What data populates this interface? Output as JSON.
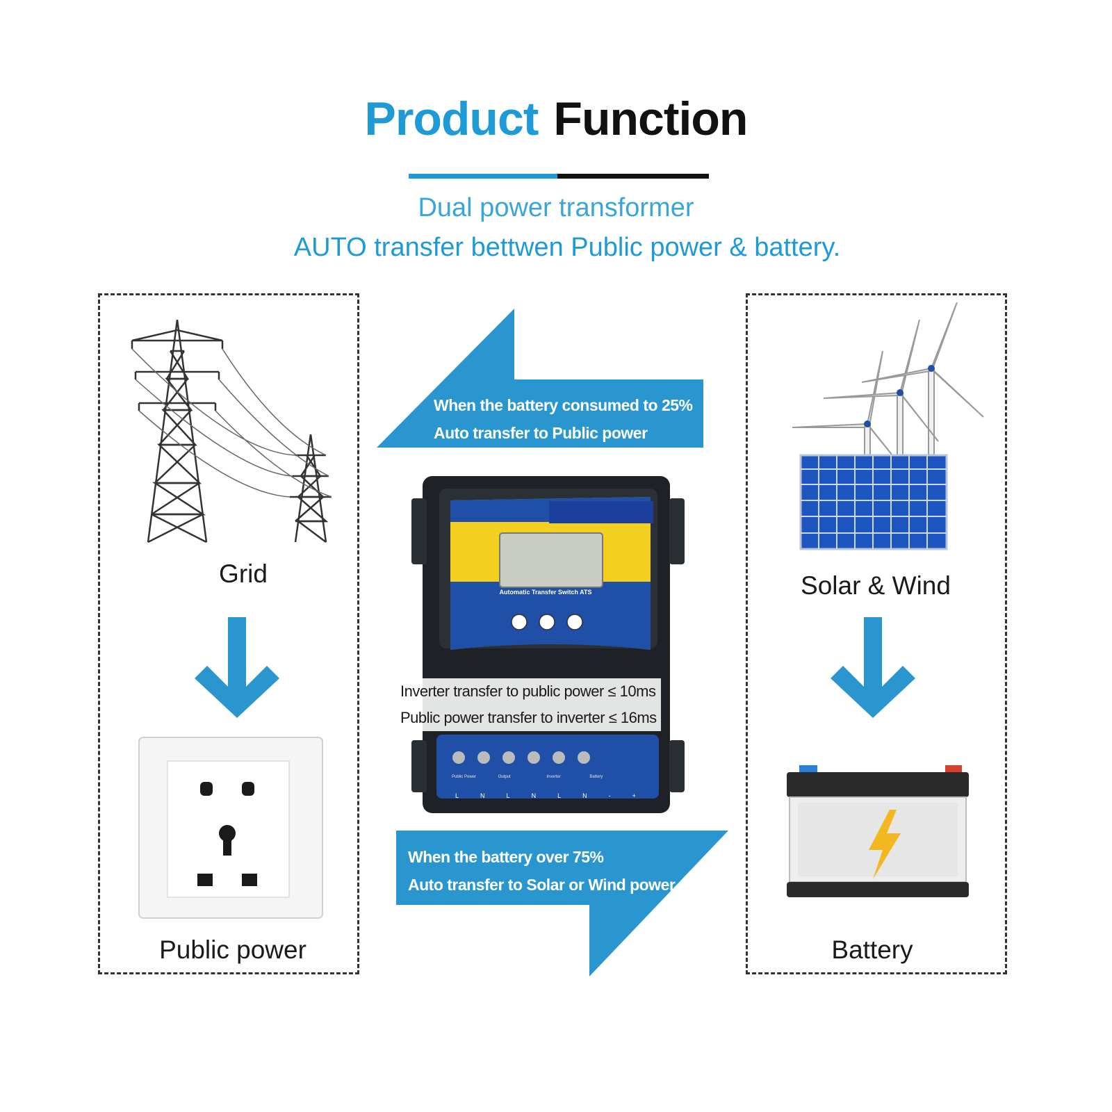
{
  "title": {
    "part1": "Product",
    "part2": "Function"
  },
  "subtitle": {
    "line1": "Dual power transformer",
    "line2": "AUTO transfer bettwen  Public power & battery."
  },
  "left_panel": {
    "top_label": "Grid",
    "bottom_label": "Public power"
  },
  "right_panel": {
    "top_label": "Solar & Wind",
    "bottom_label": "Battery"
  },
  "top_arrow": {
    "line1": "When the battery consumed to 25%",
    "line2": "Auto transfer to Public power"
  },
  "bottom_arrow": {
    "line1": "When the battery over 75%",
    "line2": "Auto transfer to Solar or Wind power"
  },
  "device": {
    "panel_label": "Automatic Transfer Switch  ATS",
    "terminal_groups": [
      "Public Power",
      "Output",
      "Inverter",
      "Battery"
    ],
    "terminal_letters": [
      "L",
      "N",
      "L",
      "N",
      "L",
      "N",
      "-",
      "+"
    ]
  },
  "transfer_times": {
    "line1": "Inverter transfer to public power ≤ 10ms",
    "line2": "Public power transfer to inverter ≤ 16ms"
  },
  "colors": {
    "accent_blue": "#1e9ad6",
    "arrow_blue": "#2a96cf",
    "device_yellow": "#f3cf1f",
    "device_blue": "#1f4fa6"
  }
}
